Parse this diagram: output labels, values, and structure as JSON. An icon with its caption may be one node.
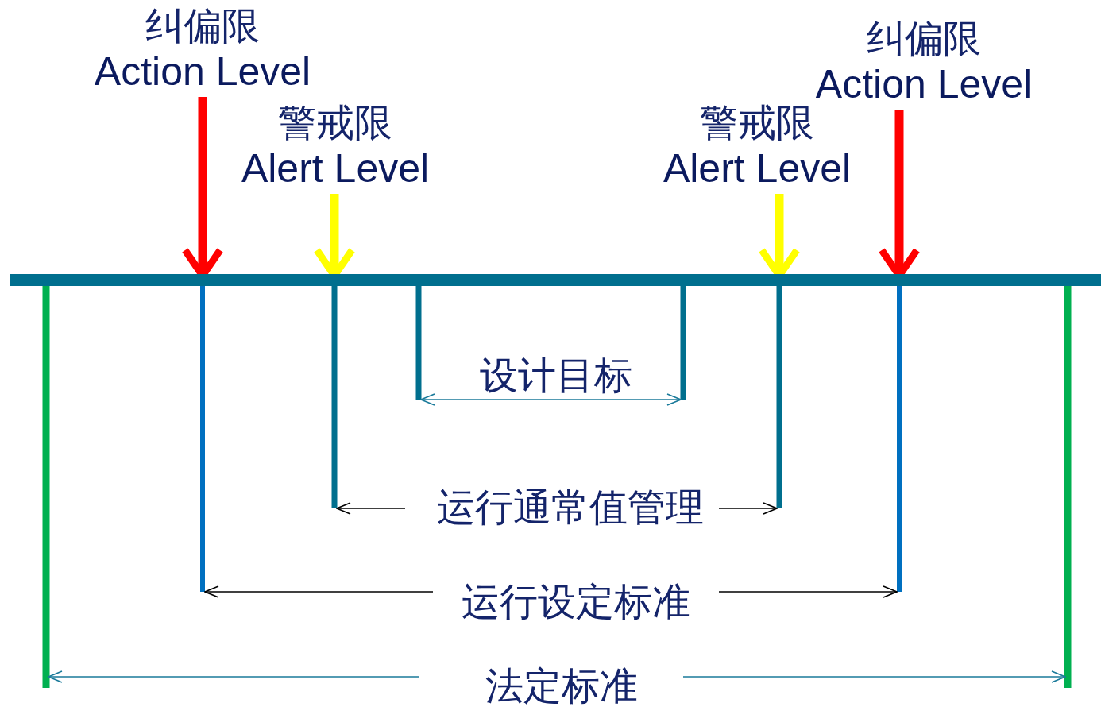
{
  "diagram": {
    "nodes": [
      {
        "text": [
          "纠偏限",
          "Action Level"
        ]
      },
      {
        "text": [
          "警戒限",
          "Alert Level"
        ]
      },
      {
        "text": [
          "警戒限",
          "Alert Level"
        ]
      },
      {
        "text": [
          "纠偏限",
          "Action Level"
        ]
      },
      {
        "text": [],
        "shape": "bar"
      }
    ],
    "edges": [
      {
        "from": 0,
        "to": 4,
        "arrow": "to",
        "color": "#ff0000"
      },
      {
        "from": 1,
        "to": 4,
        "arrow": "to",
        "color": "#ffff00"
      },
      {
        "from": 2,
        "to": 4,
        "arrow": "to",
        "color": "#ffff00"
      },
      {
        "from": 3,
        "to": 4,
        "arrow": "to",
        "color": "#ff0000"
      }
    ],
    "labels": [
      "设计目标",
      "运行通常值管理",
      "运行设定标准",
      "法定标准"
    ]
  }
}
